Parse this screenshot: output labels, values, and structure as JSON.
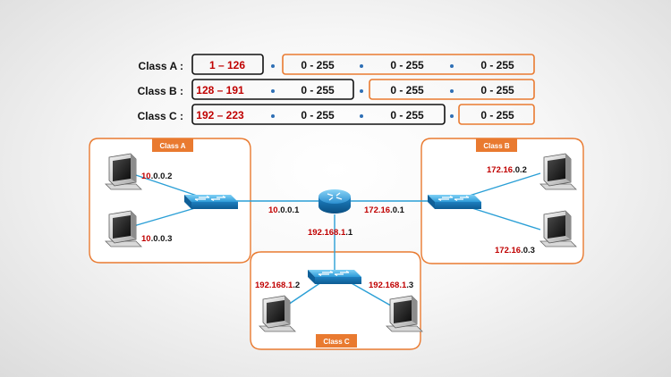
{
  "classes": [
    {
      "label": "Class A :",
      "range": "1 – 126",
      "octets": [
        "0 - 255",
        "0 - 255",
        "0 - 255"
      ]
    },
    {
      "label": "Class B :",
      "range": "128 – 191",
      "octets": [
        "0 - 255",
        "0 - 255",
        "0 - 255"
      ]
    },
    {
      "label": "Class C :",
      "range": "192 – 223",
      "octets": [
        "0 - 255",
        "0 - 255",
        "0 - 255"
      ]
    }
  ],
  "network": {
    "class_a": {
      "tag": "Class A",
      "pc1": {
        "net": "10",
        "host": ".0.0.2"
      },
      "pc2": {
        "net": "10",
        "host": ".0.0.3"
      },
      "router_if": {
        "net": "10",
        "host": ".0.0.1"
      }
    },
    "class_b": {
      "tag": "Class B",
      "pc1": {
        "net": "172.16",
        "host": ".0.2"
      },
      "pc2": {
        "net": "172.16",
        "host": ".0.3"
      },
      "router_if": {
        "net": "172.16",
        "host": ".0.1"
      }
    },
    "class_c": {
      "tag": "Class C",
      "pc1": {
        "net": "192.168.1",
        "host": ".2"
      },
      "pc2": {
        "net": "192.168.1",
        "host": ".3"
      },
      "router_if": {
        "net": "192.168.1",
        "host": ".1"
      }
    }
  },
  "colors": {
    "network_part": "#c00000",
    "accent_orange": "#e97a30",
    "octet_dot": "#2e6fb5",
    "link": "#2a9fd6"
  }
}
